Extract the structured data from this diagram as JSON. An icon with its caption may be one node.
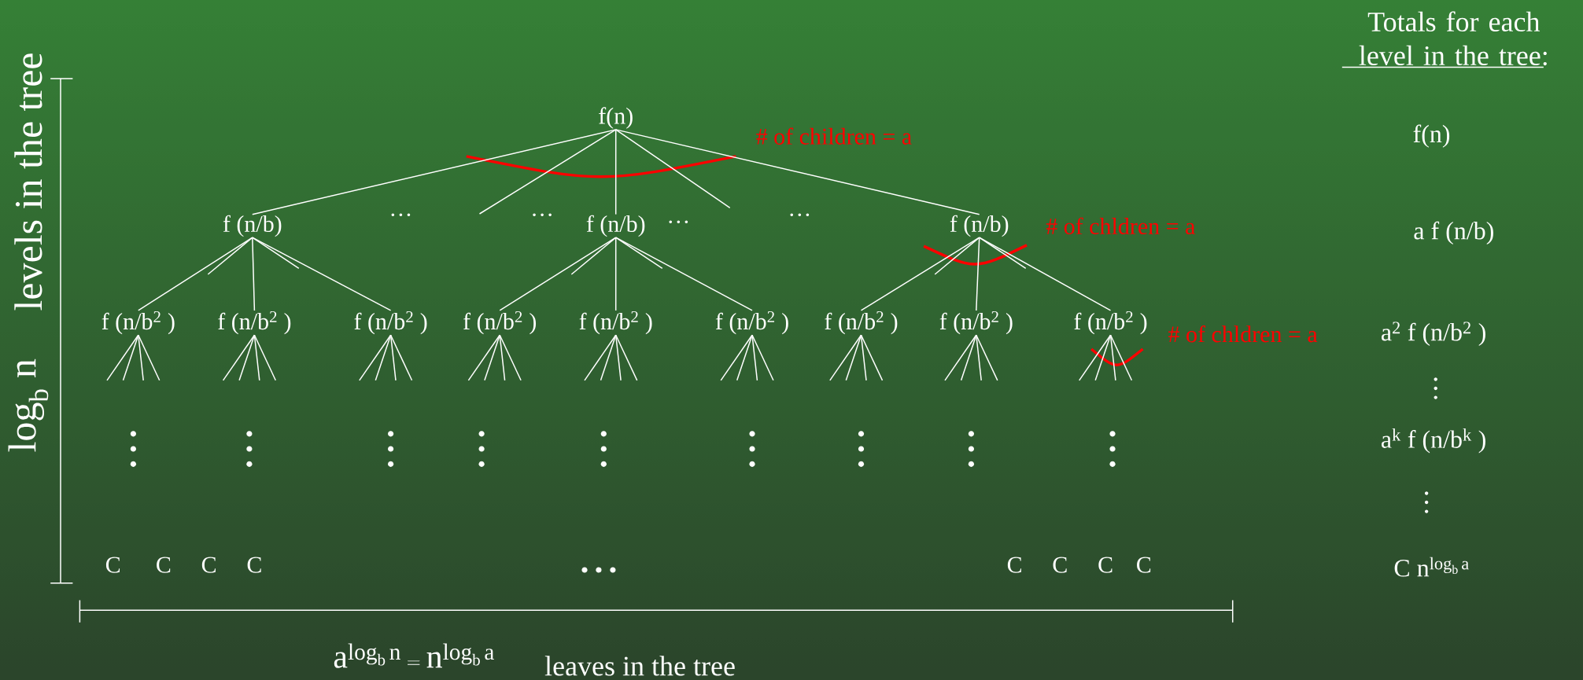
{
  "diagram": {
    "nodes": [
      {
        "text": [
          "f(n)"
        ]
      },
      {
        "text": [
          "f (n/b)"
        ]
      },
      {
        "text": [
          "f (n/b)"
        ]
      },
      {
        "text": [
          "f (n/b)"
        ]
      },
      {
        "text": [
          "f (n/b$^{2}$ )"
        ]
      },
      {
        "text": [
          "f (n/b$^{2}$ )"
        ]
      },
      {
        "text": [
          "f (n/b$^{2}$ )"
        ]
      },
      {
        "text": [
          "f (n/b$^{2}$ )"
        ]
      },
      {
        "text": [
          "f (n/b$^{2}$ )"
        ]
      },
      {
        "text": [
          "f (n/b$^{2}$ )"
        ]
      },
      {
        "text": [
          "f (n/b$^{2}$ )"
        ]
      },
      {
        "text": [
          "f (n/b$^{2}$ )"
        ]
      },
      {
        "text": [
          "f (n/b$^{2}$ )"
        ]
      }
    ],
    "edges": [
      {
        "from": 0,
        "to": 1,
        "arrow": "none"
      },
      {
        "from": 0,
        "to": null,
        "arrow": "none"
      },
      {
        "from": 0,
        "to": 2,
        "arrow": "none"
      },
      {
        "from": 0,
        "to": null,
        "arrow": "none"
      },
      {
        "from": 0,
        "to": 3,
        "arrow": "none"
      },
      {
        "from": 1,
        "to": 4,
        "arrow": "none"
      },
      {
        "from": 1,
        "to": null,
        "arrow": "none"
      },
      {
        "from": 1,
        "to": 5,
        "arrow": "none"
      },
      {
        "from": 1,
        "to": null,
        "arrow": "none"
      },
      {
        "from": 1,
        "to": 6,
        "arrow": "none"
      },
      {
        "from": 2,
        "to": 7,
        "arrow": "none"
      },
      {
        "from": 2,
        "to": null,
        "arrow": "none"
      },
      {
        "from": 2,
        "to": 8,
        "arrow": "none"
      },
      {
        "from": 2,
        "to": null,
        "arrow": "none"
      },
      {
        "from": 2,
        "to": 9,
        "arrow": "none"
      },
      {
        "from": 3,
        "to": 10,
        "arrow": "none"
      },
      {
        "from": 3,
        "to": null,
        "arrow": "none"
      },
      {
        "from": 3,
        "to": 11,
        "arrow": "none"
      },
      {
        "from": 3,
        "to": null,
        "arrow": "none"
      },
      {
        "from": 3,
        "to": 12,
        "arrow": "none"
      },
      {
        "from": 4,
        "to": null,
        "arrow": "none"
      },
      {
        "from": 4,
        "to": null,
        "arrow": "none"
      },
      {
        "from": 4,
        "to": null,
        "arrow": "none"
      },
      {
        "from": 4,
        "to": null,
        "arrow": "none"
      },
      {
        "from": 5,
        "to": null,
        "arrow": "none"
      },
      {
        "from": 5,
        "to": null,
        "arrow": "none"
      },
      {
        "from": 5,
        "to": null,
        "arrow": "none"
      },
      {
        "from": 5,
        "to": null,
        "arrow": "none"
      },
      {
        "from": 6,
        "to": null,
        "arrow": "none"
      },
      {
        "from": 6,
        "to": null,
        "arrow": "none"
      },
      {
        "from": 6,
        "to": null,
        "arrow": "none"
      },
      {
        "from": 6,
        "to": null,
        "arrow": "none"
      },
      {
        "from": 7,
        "to": null,
        "arrow": "none"
      },
      {
        "from": 7,
        "to": null,
        "arrow": "none"
      },
      {
        "from": 7,
        "to": null,
        "arrow": "none"
      },
      {
        "from": 7,
        "to": null,
        "arrow": "none"
      },
      {
        "from": 8,
        "to": null,
        "arrow": "none"
      },
      {
        "from": 8,
        "to": null,
        "arrow": "none"
      },
      {
        "from": 8,
        "to": null,
        "arrow": "none"
      },
      {
        "from": 8,
        "to": null,
        "arrow": "none"
      },
      {
        "from": 9,
        "to": null,
        "arrow": "none"
      },
      {
        "from": 9,
        "to": null,
        "arrow": "none"
      },
      {
        "from": 9,
        "to": null,
        "arrow": "none"
      },
      {
        "from": 9,
        "to": null,
        "arrow": "none"
      },
      {
        "from": 10,
        "to": null,
        "arrow": "none"
      },
      {
        "from": 10,
        "to": null,
        "arrow": "none"
      },
      {
        "from": 10,
        "to": null,
        "arrow": "none"
      },
      {
        "from": 10,
        "to": null,
        "arrow": "none"
      },
      {
        "from": 11,
        "to": null,
        "arrow": "none"
      },
      {
        "from": 11,
        "to": null,
        "arrow": "none"
      },
      {
        "from": 11,
        "to": null,
        "arrow": "none"
      },
      {
        "from": 11,
        "to": null,
        "arrow": "none"
      },
      {
        "from": 12,
        "to": null,
        "arrow": "none"
      },
      {
        "from": 12,
        "to": null,
        "arrow": "none"
      },
      {
        "from": 12,
        "to": null,
        "arrow": "none"
      },
      {
        "from": 12,
        "to": null,
        "arrow": "none"
      }
    ],
    "labels": [
      "Totals for each level in the tree:",
      "levels in the tree",
      "log$_{b}$ n",
      "# of children = a",
      "f(n)",
      "…",
      "…",
      "…",
      "…",
      "# of chldren = a",
      "a f (n/b)",
      "# of chldren = a",
      "a$^{2}$ f (n/b$^{2}$ )",
      "a$^{k}$ f (n/b$^{k}$ )",
      "C",
      "C",
      "C",
      "C",
      "C",
      "C",
      "C",
      "C",
      "C\\ n^{\\log_b a}",
      "a^{\\log_b n} = n^{\\log_b a}",
      "leaves in the tree"
    ]
  }
}
